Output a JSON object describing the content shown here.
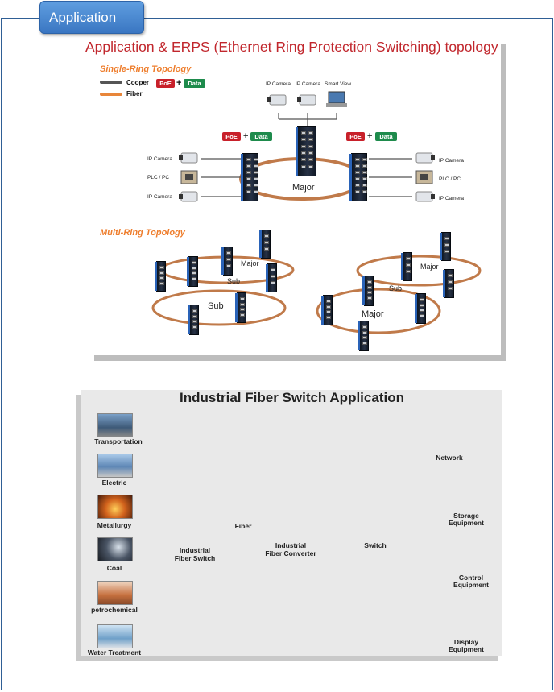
{
  "header": {
    "tab_label": "Application"
  },
  "erps": {
    "title": "Application & ERPS (Ethernet  Ring Protection Switching) topology",
    "single_ring_title": "Single-Ring Topology",
    "multi_ring_title": "Multi-Ring Topology",
    "legend": {
      "cooper": "Cooper",
      "fiber": "Fiber",
      "poe": "PoE",
      "plus": "+",
      "data": "Data"
    },
    "top_devices": [
      "IP Camera",
      "IP Camera",
      "Smart View"
    ],
    "left_devices": [
      "IP Camera",
      "PLC / PC",
      "IP Camera"
    ],
    "right_devices": [
      "IP Camera",
      "PLC / PC",
      "IP Camera"
    ],
    "ring_labels": {
      "major": "Major",
      "sub": "Sub"
    }
  },
  "industrial": {
    "title": "Industrial Fiber Switch Application",
    "industries": [
      "Transportation",
      "Electric",
      "Metallurgy",
      "Coal",
      "petrochemical",
      "Water Treatment"
    ],
    "switch_label_1": "Industrial",
    "switch_label_2": "Fiber Switch",
    "fiber_label": "Fiber",
    "converter_label_1": "Industrial",
    "converter_label_2": "Fiber Converter",
    "switch_label": "Switch",
    "network_label": "Network",
    "storage_label_1": "Storage",
    "storage_label_2": "Equipment",
    "control_label_1": "Control",
    "control_label_2": "Equipment",
    "display_label_1": "Display",
    "display_label_2": "Equipment"
  },
  "colors": {
    "frame": "#2f5f95",
    "title_red": "#c1272d",
    "section_orange": "#ee7d2c",
    "poe_red": "#c8202a",
    "data_green": "#1e8b4c",
    "fiber": "#e8863a",
    "link_blue": "#6a78c8",
    "ring_copper": "#c07a4a"
  }
}
